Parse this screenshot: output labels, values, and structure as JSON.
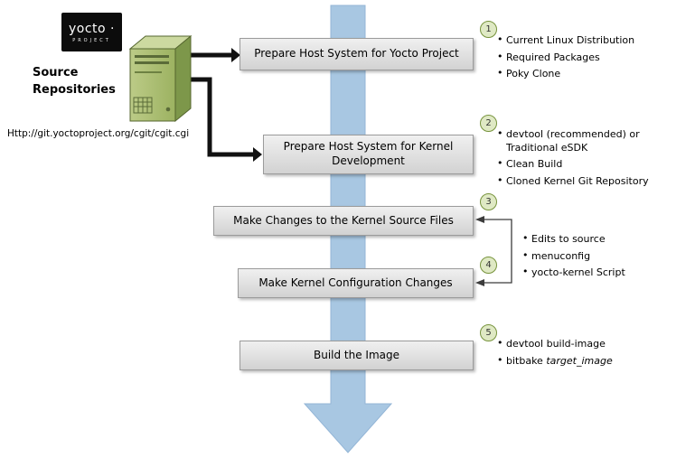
{
  "source": {
    "logo_text": "yocto ·",
    "logo_sub": "PROJECT",
    "label": "Source Repositories",
    "url": "Http://git.yoctoproject.org/cgit/cgit.cgi"
  },
  "steps": [
    {
      "num": "1",
      "label": "Prepare Host System for Yocto Project",
      "bullets": [
        "Current Linux Distribution",
        "Required Packages",
        "Poky Clone"
      ]
    },
    {
      "num": "2",
      "label": "Prepare Host System for Kernel Development",
      "bullets": [
        "devtool (recommended) or Traditional eSDK",
        "Clean Build",
        "Cloned Kernel Git Repository"
      ]
    },
    {
      "num": "3",
      "label": "Make Changes to the Kernel Source Files"
    },
    {
      "num": "4",
      "label": "Make Kernel Configuration Changes"
    },
    {
      "num": "5",
      "label": "Build the Image",
      "bullets": [
        "devtool build-image"
      ],
      "bullet_italic_pre": "bitbake ",
      "bullet_italic": "target_image"
    }
  ],
  "shared_bullets": [
    "Edits to source",
    "menuconfig",
    "yocto-kernel Script"
  ],
  "colors": {
    "flow_arrow": "#a8c7e2",
    "flow_arrow_edge": "#93b5d6",
    "box_border": "#9b9b9b",
    "circle_fill": "#dfe9c4",
    "circle_border": "#77933c",
    "server_front": "#a9bd6d",
    "server_side": "#7d974a",
    "server_top": "#ccd9a0",
    "connector_black": "#111111"
  }
}
